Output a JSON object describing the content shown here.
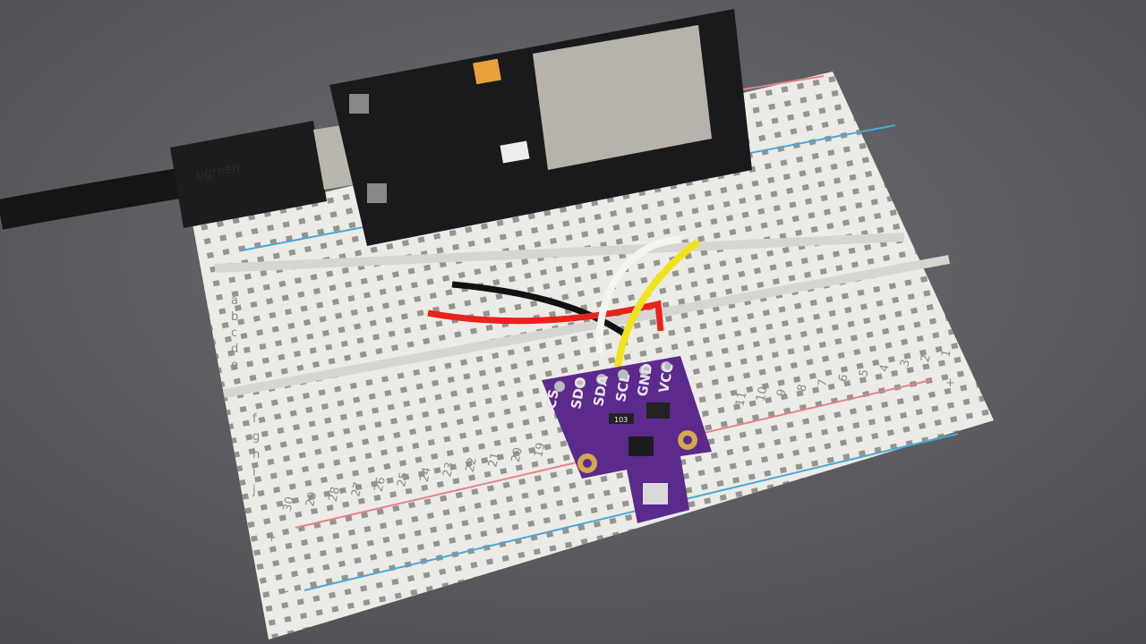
{
  "scene": {
    "background_color": "#5a5c60",
    "breadboard_color": "#ecebe6",
    "pcb_color": "#5b2a8c",
    "devboard_color": "#1a1a1c"
  },
  "sensor_board": {
    "pins": [
      "CS",
      "SDO",
      "SDA",
      "SCL",
      "GND",
      "VCC"
    ],
    "chip_marking": "103"
  },
  "breadboard": {
    "row_letters_top": [
      "a",
      "b",
      "c",
      "d",
      "e"
    ],
    "row_letters_bottom": [
      "f",
      "g",
      "h",
      "i",
      "j"
    ],
    "column_numbers_left": [
      "19",
      "20",
      "21",
      "22",
      "23",
      "24",
      "25",
      "26",
      "27",
      "28",
      "29",
      "30"
    ],
    "column_numbers_right": [
      "11",
      "10",
      "9",
      "8",
      "7",
      "6",
      "5",
      "4",
      "3",
      "2",
      "1"
    ],
    "rail_plus": "+",
    "rail_minus": "-"
  },
  "cable": {
    "logo": "ugreen"
  },
  "wires": [
    {
      "color": "#111111"
    },
    {
      "color": "#e8231c"
    },
    {
      "color": "#f4f4f0"
    },
    {
      "color": "#f2e21a"
    }
  ]
}
